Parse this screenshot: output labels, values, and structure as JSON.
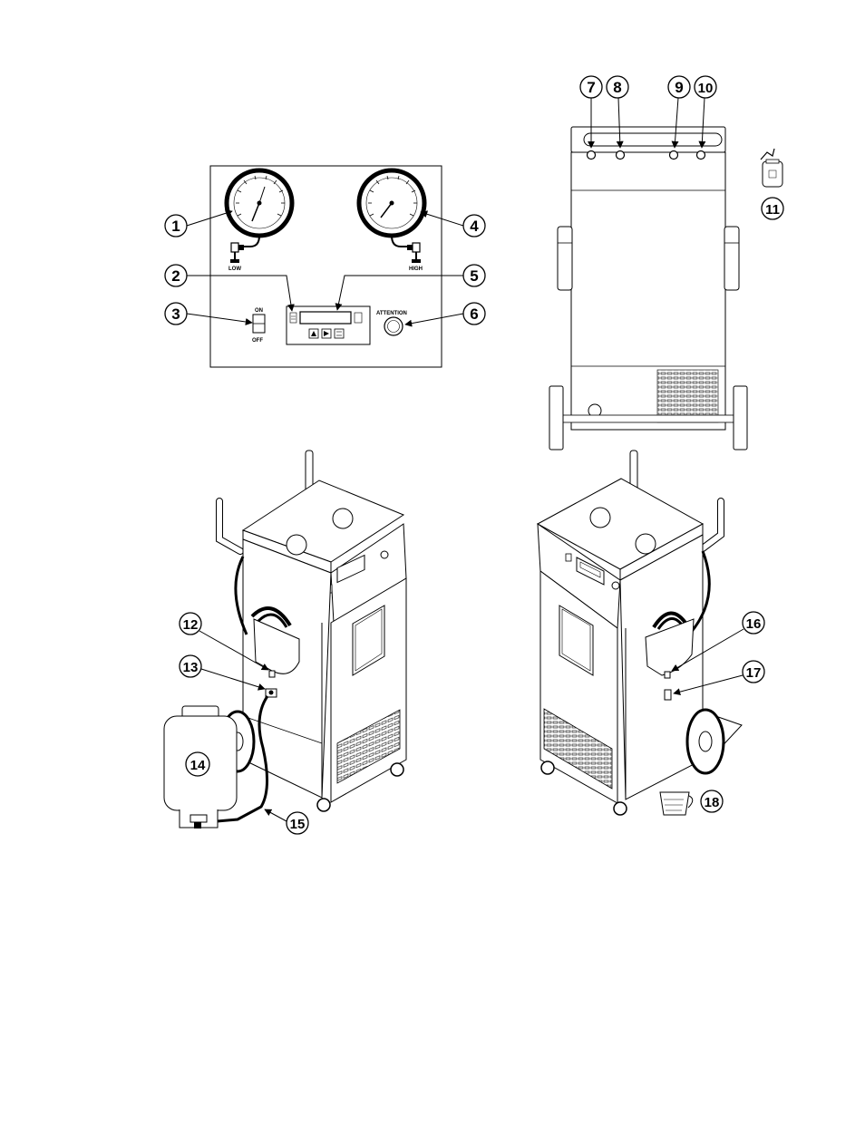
{
  "control_panel": {
    "low_label": "LOW",
    "high_label": "HIGH",
    "on_label": "ON",
    "off_label": "OFF",
    "attention_label": "ATTENTION"
  },
  "callouts": [
    "1",
    "2",
    "3",
    "4",
    "5",
    "6",
    "7",
    "8",
    "9",
    "10",
    "11",
    "12",
    "13",
    "14",
    "15",
    "16",
    "17",
    "18"
  ]
}
